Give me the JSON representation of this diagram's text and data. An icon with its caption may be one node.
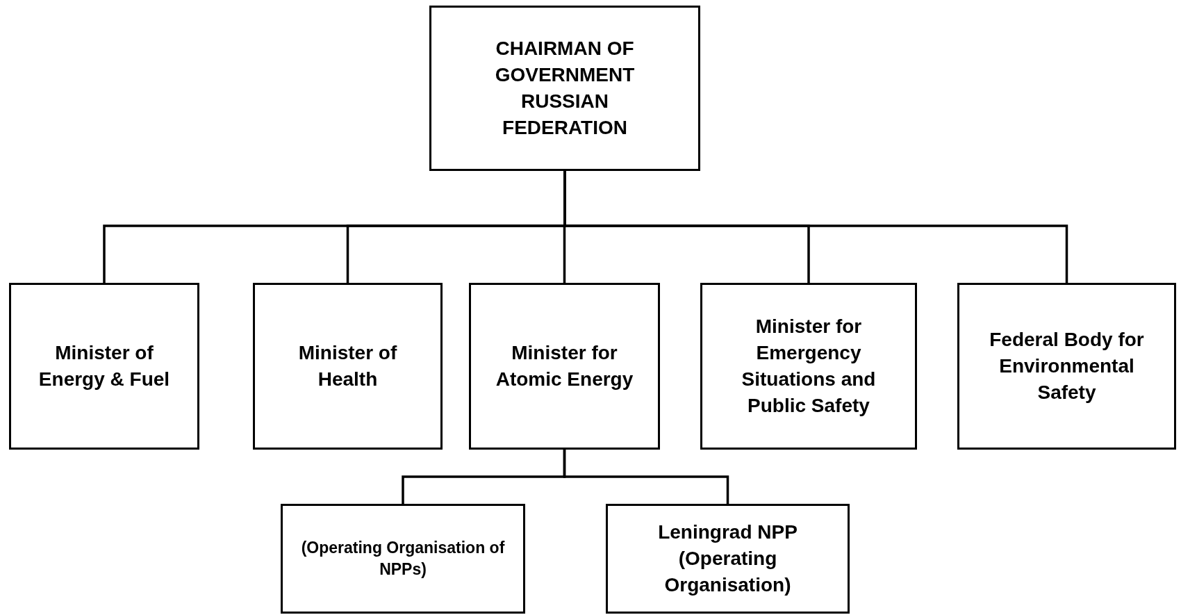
{
  "diagram": {
    "nodes": [
      {
        "text": [
          "CHAIRMAN OF GOVERNMENT RUSSIAN FEDERATION"
        ]
      },
      {
        "text": [
          "Minister of Energy & Fuel"
        ]
      },
      {
        "text": [
          "Minister of Health"
        ]
      },
      {
        "text": [
          "Minister for Atomic Energy"
        ]
      },
      {
        "text": [
          "Minister for Emergency Situations and Public Safety"
        ]
      },
      {
        "text": [
          "Federal Body for Environmental Safety"
        ]
      },
      {
        "text": [
          "(Operating Organisation of NPPs)"
        ]
      },
      {
        "text": [
          "Leningrad NPP (Operating Organisation)"
        ]
      }
    ],
    "edges": [
      {
        "from": 0,
        "to": 1,
        "arrow": "none"
      },
      {
        "from": 0,
        "to": 2,
        "arrow": "none"
      },
      {
        "from": 0,
        "to": 3,
        "arrow": "none"
      },
      {
        "from": 0,
        "to": 4,
        "arrow": "none"
      },
      {
        "from": 0,
        "to": 5,
        "arrow": "none"
      },
      {
        "from": 3,
        "to": 6,
        "arrow": "none"
      },
      {
        "from": 3,
        "to": 7,
        "arrow": "none"
      }
    ]
  }
}
